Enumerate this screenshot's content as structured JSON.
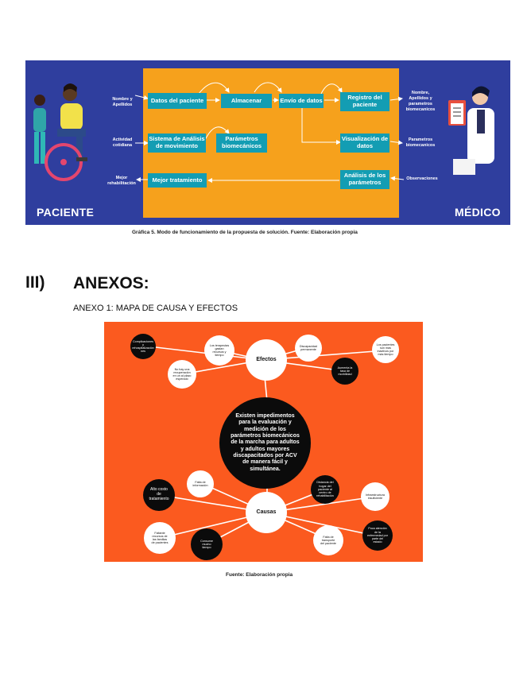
{
  "figure5": {
    "left_label": "PACIENTE",
    "right_label": "MÉDICO",
    "side_labels": {
      "nombre": "Nombre y\nApellidos",
      "actividad": "Actividad\ncotidiana",
      "mejor": "Mejor\nrehabilitación",
      "nombre_der": "Nombre,\nApellidos y\nparametros\nbiomecanicos",
      "parametros_der": "Parametros\nbiomecanicos",
      "observaciones": "Observaciones"
    },
    "boxes": {
      "datos": "Datos del paciente",
      "almacenar": "Almacenar",
      "envio": "Envío de datos",
      "registro": "Registro del\npaciente",
      "sistema": "Sistema de Análisis\nde movimiento",
      "parametros": "Parámetros\nbiomecánicos",
      "visualizacion": "Visualización de\ndatos",
      "mejor": "Mejor tratamiento",
      "analisis": "Análisis de los\nparámetros"
    },
    "caption": "Gráfica 5. Modo de funcionamiento de la propuesta de solución. Fuente: Elaboración propia"
  },
  "annex": {
    "section_number": "III)",
    "section_title": "ANEXOS:",
    "subtitle": "ANEXO 1: MAPA DE CAUSA Y EFECTOS",
    "center": "Existen impedimentos para la evaluación y medición de los parámetros biomecánicos de la marcha para adultos y adultos mayores discapacitados por ACV de manera fácil y simultánea.",
    "efectos_label": "Efectos",
    "causas_label": "Causas",
    "efectos": {
      "complicaciones": "Complicaciones\ny\nrehospitalización\nnes",
      "no_hay": "No hay una\nrecuperación\nen un al plazo\nesperado",
      "terapeutas": "Los terapeutas\ngastan\nrecursos y\ntiempo",
      "discapacidad": "Discapacidad\npermanente",
      "aumento": "Aumenta la\ntasa de\nmorbilidad",
      "pacientes": "Los pacientes\nson más\ninactivos por\nmás tiempo"
    },
    "causas": {
      "falta_info": "Falta de\ninformación",
      "alto_costo": "Alto costo\nde\ntratamiento",
      "faltante": "Faltante\nrecursos de\nlas familias\nde pacientes",
      "consume": "Consume\nmucho\ntiempo",
      "distancia": "Distancia del\nhogar del\npaciente al\ncentro de\nrehabilitación",
      "infraestructura": "Infraestructura\ninsuficiente",
      "poca": "Poca atención\nde la\nenfermedad por\nparte del\nestado",
      "falta_transporte": "Falta de\ntransporte\ndel paciente"
    },
    "caption": "Fuente: Elaboración propia"
  }
}
